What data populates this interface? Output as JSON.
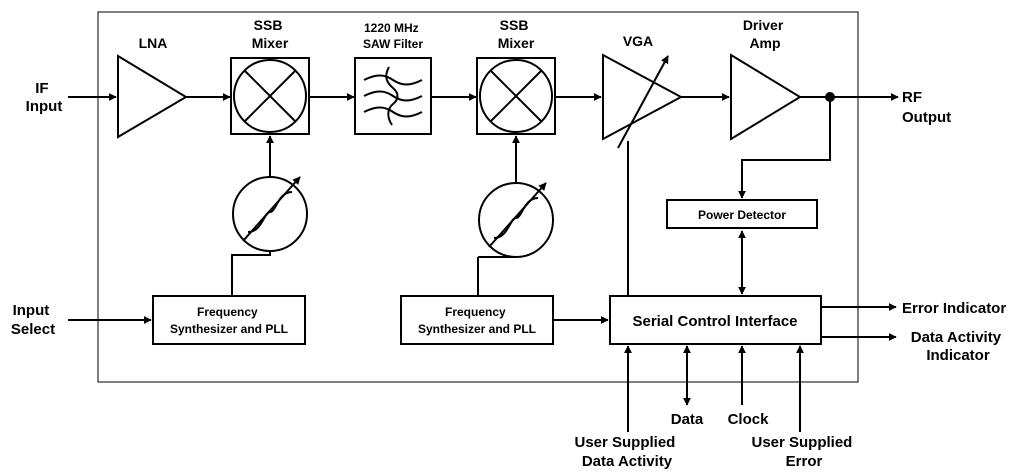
{
  "labels": {
    "if_input": [
      "IF",
      "Input"
    ],
    "input_select": [
      "Input",
      "Select"
    ],
    "lna": "LNA",
    "ssb_mixer_1": [
      "SSB",
      "Mixer"
    ],
    "saw_filter": [
      "1220 MHz",
      "SAW Filter"
    ],
    "ssb_mixer_2": [
      "SSB",
      "Mixer"
    ],
    "vga": "VGA",
    "driver_amp": [
      "Driver",
      "Amp"
    ],
    "rf_output": [
      "RF",
      "Output"
    ],
    "power_detector": "Power Detector",
    "freq_synth_1": [
      "Frequency",
      "Synthesizer and PLL"
    ],
    "freq_synth_2": [
      "Frequency",
      "Synthesizer and PLL"
    ],
    "serial_control": "Serial Control Interface",
    "error_indicator": "Error Indicator",
    "data_activity_indicator": [
      "Data Activity",
      "Indicator"
    ],
    "data": "Data",
    "clock": "Clock",
    "user_data_activity": [
      "User Supplied",
      "Data Activity"
    ],
    "user_error": [
      "User Supplied",
      "Error"
    ]
  }
}
